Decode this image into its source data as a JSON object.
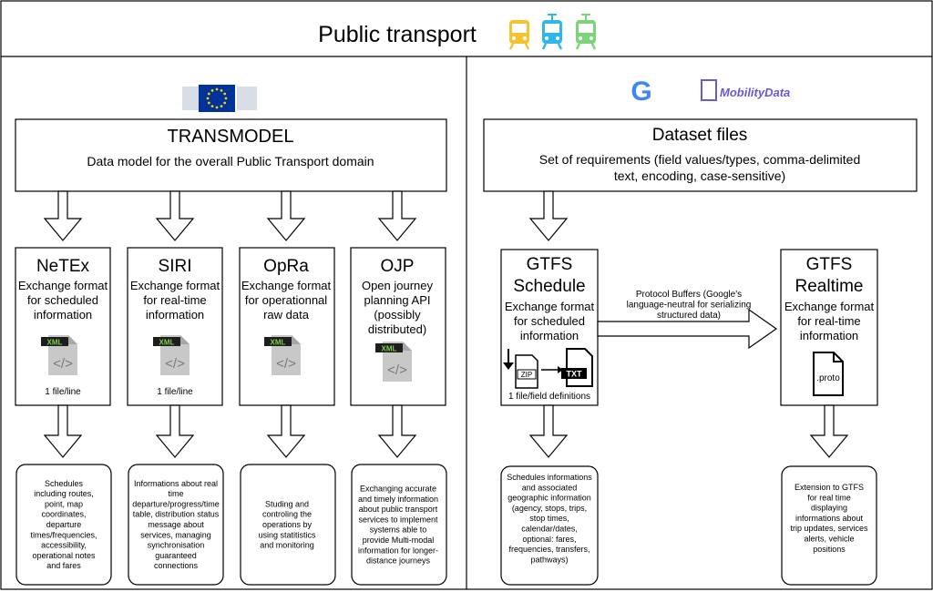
{
  "header": {
    "title": "Public transport"
  },
  "icons": {
    "transport": [
      {
        "name": "bus-icon",
        "color": "#f4c430"
      },
      {
        "name": "tram-icon",
        "color": "#2fb7e8"
      },
      {
        "name": "train-icon",
        "color": "#7dd37a"
      }
    ],
    "eu_flag_color": "#003399",
    "eu_star_color": "#ffcc00",
    "google_colors": [
      "#4285f4",
      "#ea4335",
      "#fbbc05",
      "#34a853"
    ],
    "mobilitydata_color": "#6a5acd"
  },
  "left": {
    "title": "TRANSMODEL",
    "subtitle": "Data model for the overall Public Transport domain",
    "standards": [
      {
        "name": "NeTEx",
        "desc": [
          "Exchange format",
          "for scheduled",
          "information"
        ],
        "icon_badge": "XML",
        "note": "1 file/line",
        "details": [
          "Schedules",
          "including routes,",
          "point, map",
          "coordinates,",
          "departure",
          "times/frequencies,",
          "accessibility,",
          "operational notes",
          "and fares"
        ]
      },
      {
        "name": "SIRI",
        "desc": [
          "Exchange format",
          "for real-time",
          "information"
        ],
        "icon_badge": "XML",
        "note": "1 file/line",
        "details": [
          "Informations about real",
          "time",
          "departure/progress/time",
          "table, distribution status",
          "message about",
          "services, managing",
          "synchronisation",
          "guaranteed",
          "connections"
        ]
      },
      {
        "name": "OpRa",
        "desc": [
          "Exchange format",
          "for operationnal",
          "raw data"
        ],
        "icon_badge": "XML",
        "note": "",
        "details": [
          "Studing and",
          "controling the",
          "operations by",
          "using statitistics",
          "and monitoring"
        ]
      },
      {
        "name": "OJP",
        "desc": [
          "Open journey",
          "planning API",
          "(possibly",
          "distributed)"
        ],
        "icon_badge": "XML",
        "note": "",
        "details": [
          "Exchanging accurate",
          "and timely information",
          "about public transport",
          "services to implement",
          "systems able to",
          "provide Multi-modal",
          "information for longer-",
          "distance journeys"
        ]
      }
    ]
  },
  "right": {
    "google_letter": "G",
    "mobilitydata_logo_text": "MobilityData",
    "title": "Dataset files",
    "subtitle": [
      "Set of requirements (field values/types, comma-delimited",
      "text, encoding, case-sensitive)"
    ],
    "schedule": {
      "name": [
        "GTFS",
        "Schedule"
      ],
      "desc": [
        "Exchange format",
        "for scheduled",
        "information"
      ],
      "zip_label": "ZIP",
      "txt_label": "TXT",
      "note": "1 file/field definitions",
      "details": [
        "Schedules informations",
        "and associated",
        "geographic information",
        "(agency, stops, trips,",
        "stop times,",
        "calendar/dates,",
        "optional: fares,",
        "frequencies, transfers,",
        "pathways)"
      ]
    },
    "link_label": [
      "Protocol Buffers (Google's",
      "language-neutral for serializing",
      "structured data)"
    ],
    "realtime": {
      "name": [
        "GTFS",
        "Realtime"
      ],
      "desc": [
        "Exchange format",
        "for real-time",
        "information"
      ],
      "file_label": ".proto",
      "details": [
        "Extension to GTFS",
        "for real time",
        "displaying",
        "informations about",
        "trip updates, services",
        "alerts, vehicle",
        "positions"
      ]
    }
  }
}
